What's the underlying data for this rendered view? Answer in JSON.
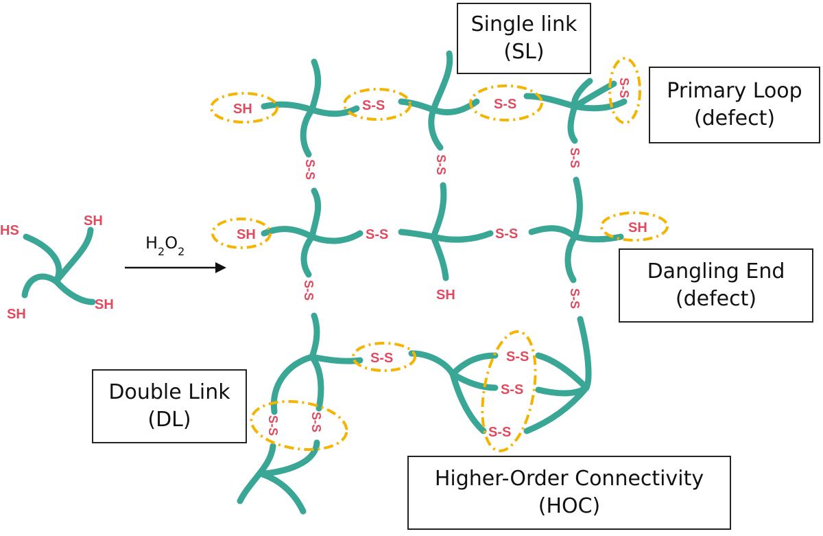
{
  "colors": {
    "strand": "#3aa695",
    "thiol_text": "#e04a5f",
    "highlight_ring": "#f5b400",
    "box_border": "#222222"
  },
  "monomer": {
    "groups": [
      "HS",
      "SH",
      "SH",
      "SH"
    ]
  },
  "reaction_arrow": {
    "reagent_main": "H",
    "reagent_sub1": "2",
    "reagent_mid": "O",
    "reagent_sub2": "2"
  },
  "chem_labels": {
    "sh": "SH",
    "ss": "S-S"
  },
  "labels": {
    "single_link": {
      "line1": "Single link",
      "line2": "(SL)"
    },
    "primary_loop": {
      "line1": "Primary Loop",
      "line2": "(defect)"
    },
    "dangling_end": {
      "line1": "Dangling End",
      "line2": "(defect)"
    },
    "double_link": {
      "line1": "Double Link",
      "line2": "(DL)"
    },
    "higher_order": {
      "line1": "Higher-Order Connectivity",
      "line2": "(HOC)"
    }
  }
}
